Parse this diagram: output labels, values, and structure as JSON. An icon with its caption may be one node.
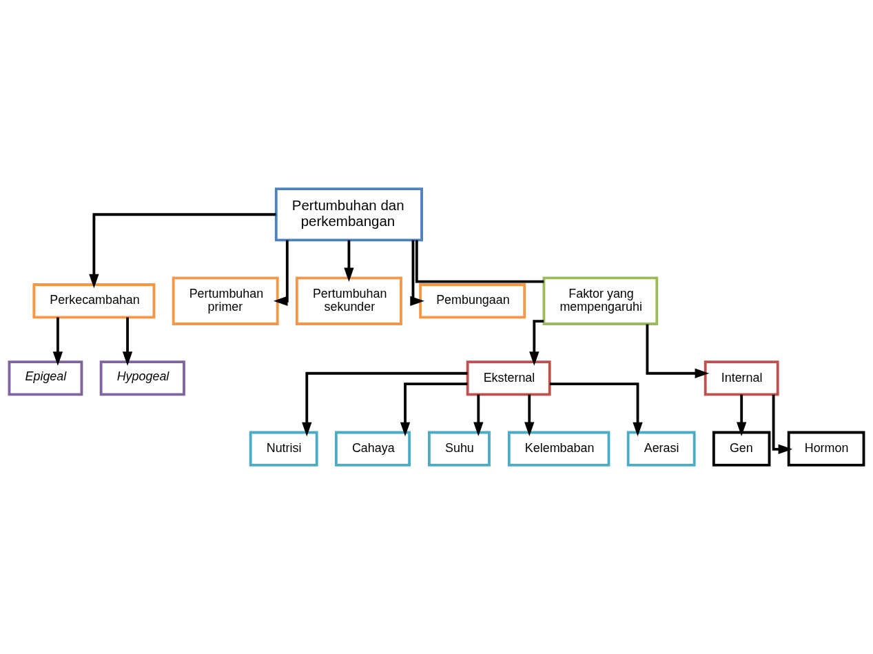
{
  "diagram": {
    "nodes": [
      {
        "text": [
          "Pertumbuhan dan perkembangan"
        ]
      },
      {
        "text": [
          "Perkecambahan"
        ]
      },
      {
        "text": [
          "Pertumbuhan primer"
        ]
      },
      {
        "text": [
          "Pertumbuhan sekunder"
        ]
      },
      {
        "text": [
          "Pembungaan"
        ]
      },
      {
        "text": [
          "Faktor yang mempengaruhi"
        ]
      },
      {
        "text": [
          "Epigeal"
        ]
      },
      {
        "text": [
          "Hypogeal"
        ]
      },
      {
        "text": [
          "Eksternal"
        ]
      },
      {
        "text": [
          "Internal"
        ]
      },
      {
        "text": [
          "Gen"
        ]
      },
      {
        "text": [
          "Hormon"
        ]
      },
      {
        "text": [
          "Nutrisi"
        ]
      },
      {
        "text": [
          "Cahaya"
        ]
      },
      {
        "text": [
          "Suhu"
        ]
      },
      {
        "text": [
          "Kelembaban"
        ]
      },
      {
        "text": [
          "Aerasi"
        ]
      }
    ],
    "edges": [
      {
        "from": 0,
        "to": 1,
        "arrow": "to"
      },
      {
        "from": 0,
        "to": 2,
        "arrow": "to"
      },
      {
        "from": 0,
        "to": 3,
        "arrow": "to"
      },
      {
        "from": 0,
        "to": 4,
        "arrow": "to"
      },
      {
        "from": 0,
        "to": 5,
        "arrow": "none"
      },
      {
        "from": 1,
        "to": 6,
        "arrow": "to"
      },
      {
        "from": 1,
        "to": 7,
        "arrow": "to"
      },
      {
        "from": 5,
        "to": 8,
        "arrow": "to"
      },
      {
        "from": 5,
        "to": 9,
        "arrow": "to"
      },
      {
        "from": 9,
        "to": 10,
        "arrow": "to"
      },
      {
        "from": 9,
        "to": 11,
        "arrow": "to"
      },
      {
        "from": 8,
        "to": 12,
        "arrow": "to"
      },
      {
        "from": 8,
        "to": 13,
        "arrow": "to"
      },
      {
        "from": 8,
        "to": 14,
        "arrow": "to"
      },
      {
        "from": 8,
        "to": 15,
        "arrow": "to"
      },
      {
        "from": 8,
        "to": 16,
        "arrow": "to"
      }
    ]
  }
}
